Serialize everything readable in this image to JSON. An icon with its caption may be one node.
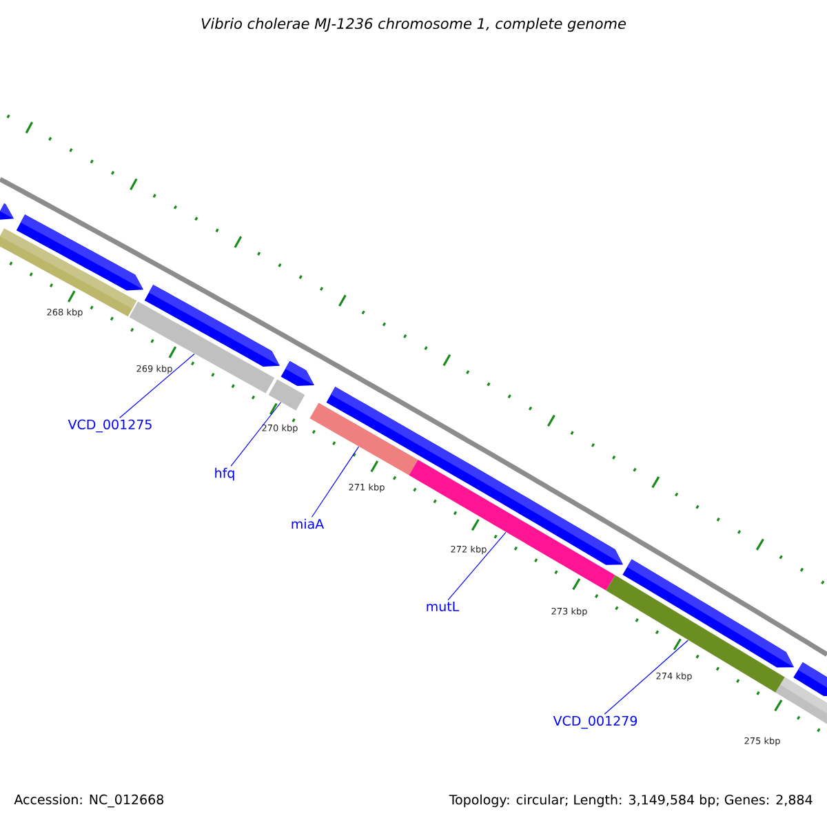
{
  "diagram": {
    "title": "Vibrio cholerae MJ-1236 chromosome 1, complete genome",
    "nodes": [
      {
        "text": [
          "VCD_001275"
        ]
      },
      {
        "text": [
          "hfq"
        ]
      },
      {
        "text": [
          "miaA"
        ]
      },
      {
        "text": [
          "mutL"
        ]
      },
      {
        "text": [
          "VCD_001279"
        ]
      },
      {
        "text": [],
        "shape": "bar"
      },
      {
        "text": [],
        "shape": "bar"
      },
      {
        "text": [],
        "shape": "bar"
      },
      {
        "text": [],
        "shape": "bar"
      },
      {
        "text": [],
        "shape": "bar"
      }
    ],
    "edges": [
      {
        "from": 0,
        "to": 5,
        "arrow": "none"
      },
      {
        "from": 1,
        "to": 6,
        "arrow": "none"
      },
      {
        "from": 2,
        "to": 7,
        "arrow": "none"
      },
      {
        "from": 3,
        "to": 8,
        "arrow": "none"
      },
      {
        "from": 4,
        "to": 9,
        "arrow": "none"
      }
    ],
    "labels": [
      "268 kbp",
      "269 kbp",
      "270 kbp",
      "271 kbp",
      "272 kbp",
      "273 kbp",
      "274 kbp",
      "275 kbp",
      "Accession: NC_012668",
      "Topology: circular; Length: 3,149,584 bp; Genes: 2,884"
    ]
  }
}
